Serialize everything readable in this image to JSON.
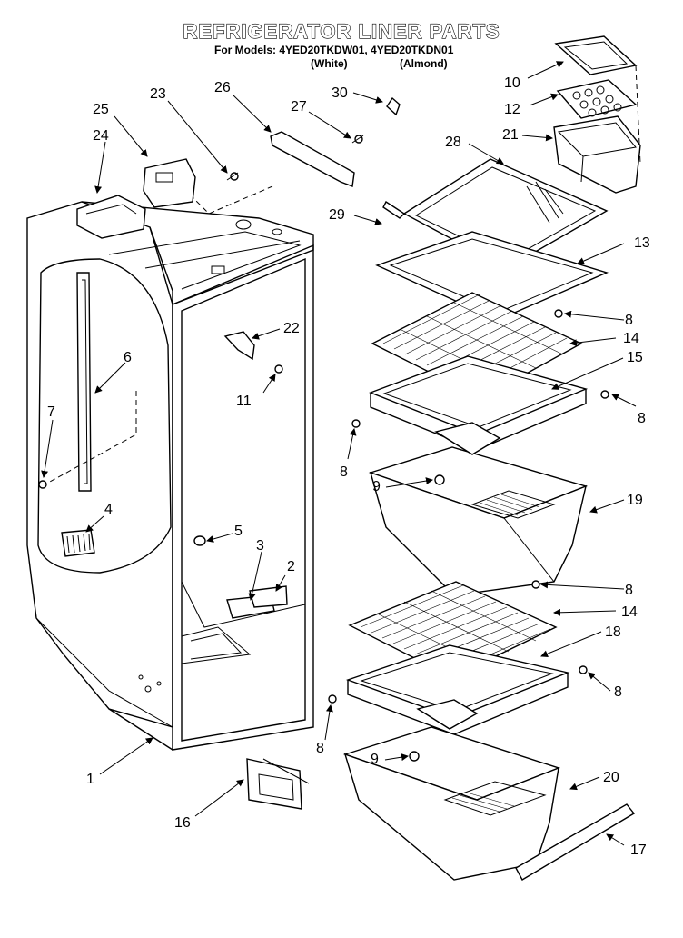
{
  "title": "REFRIGERATOR LINER PARTS",
  "models_line": "For Models: 4YED20TKDW01, 4YED20TKDN01",
  "color_white": "(White)",
  "color_almond": "(Almond)",
  "callouts": {
    "p1": "1",
    "p2": "2",
    "p3": "3",
    "p4": "4",
    "p5": "5",
    "p6": "6",
    "p7": "7",
    "p8a": "8",
    "p8b": "8",
    "p8c": "8",
    "p8d": "8",
    "p8e": "8",
    "p8f": "8",
    "p9a": "9",
    "p9b": "9",
    "p10": "10",
    "p11": "11",
    "p12": "12",
    "p13": "13",
    "p14a": "14",
    "p14b": "14",
    "p15": "15",
    "p16": "16",
    "p17": "17",
    "p18": "18",
    "p19": "19",
    "p20": "20",
    "p21": "21",
    "p22": "22",
    "p23": "23",
    "p24": "24",
    "p25": "25",
    "p26": "26",
    "p27": "27",
    "p28": "28",
    "p29": "29",
    "p30": "30"
  }
}
